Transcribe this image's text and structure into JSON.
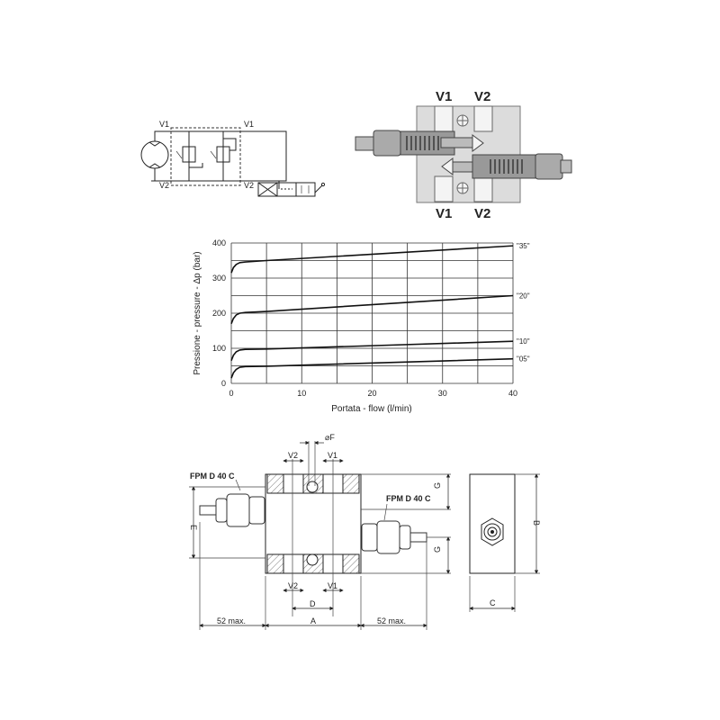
{
  "schematic": {
    "labels": {
      "v1_left": "V1",
      "v1_right": "V1",
      "v2_left": "V2",
      "v2_right": "V2"
    }
  },
  "section_view": {
    "labels": {
      "top_v1": "V1",
      "top_v2": "V2",
      "bottom_v1": "V1",
      "bottom_v2": "V2"
    }
  },
  "chart_data": {
    "type": "line",
    "title": "",
    "xlabel": "Portata - flow (l/min)",
    "ylabel": "Pressione - pressure - Δp (bar)",
    "xlim": [
      0,
      40
    ],
    "ylim": [
      0,
      400
    ],
    "x_ticks": [
      0,
      10,
      20,
      30,
      40
    ],
    "y_ticks": [
      0,
      100,
      200,
      300,
      400
    ],
    "grid": true,
    "series": [
      {
        "name": "\"35\"",
        "points": [
          [
            0,
            315
          ],
          [
            0.3,
            330
          ],
          [
            0.7,
            339
          ],
          [
            1.2,
            344
          ],
          [
            2,
            346
          ],
          [
            5,
            350
          ],
          [
            40,
            392
          ]
        ]
      },
      {
        "name": "\"20\"",
        "points": [
          [
            0,
            170
          ],
          [
            0.3,
            185
          ],
          [
            0.7,
            195
          ],
          [
            1.2,
            200
          ],
          [
            2,
            202
          ],
          [
            5,
            205
          ],
          [
            40,
            250
          ]
        ]
      },
      {
        "name": "\"10\"",
        "points": [
          [
            0,
            65
          ],
          [
            0.3,
            80
          ],
          [
            0.7,
            90
          ],
          [
            1.2,
            95
          ],
          [
            2,
            97
          ],
          [
            5,
            98
          ],
          [
            40,
            120
          ]
        ]
      },
      {
        "name": "\"05\"",
        "points": [
          [
            0,
            15
          ],
          [
            0.3,
            30
          ],
          [
            0.7,
            40
          ],
          [
            1.2,
            46
          ],
          [
            2,
            48
          ],
          [
            5,
            49
          ],
          [
            40,
            70
          ]
        ]
      }
    ]
  },
  "dimension_drawing": {
    "fitting_left": "FPM D 40 C",
    "fitting_right": "FPM D 40 C",
    "dims": {
      "f": "⌀F",
      "v2_top": "V2",
      "v1_top": "V1",
      "v2_bottom": "V2",
      "v1_bottom": "V1",
      "d": "D",
      "a": "A",
      "left_max": "52 max.",
      "right_max": "52 max.",
      "e": "E",
      "g_top": "G",
      "g_bottom": "G",
      "b": "B",
      "c": "C"
    }
  }
}
